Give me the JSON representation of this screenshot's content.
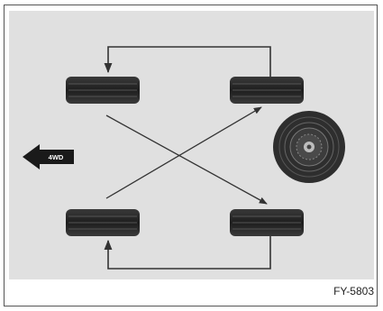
{
  "figure": {
    "label": "FY-5803",
    "direction_label": "4WD",
    "description_colors": {
      "panel": "#e0e0e0",
      "tire": "#2a2a2a",
      "arrow": "#333333"
    },
    "icons": [
      "forward-arrow-icon",
      "spare-tire-icon"
    ],
    "tires": [
      {
        "position": "front-left"
      },
      {
        "position": "front-right"
      },
      {
        "position": "rear-left"
      },
      {
        "position": "rear-right"
      },
      {
        "position": "spare"
      }
    ]
  }
}
